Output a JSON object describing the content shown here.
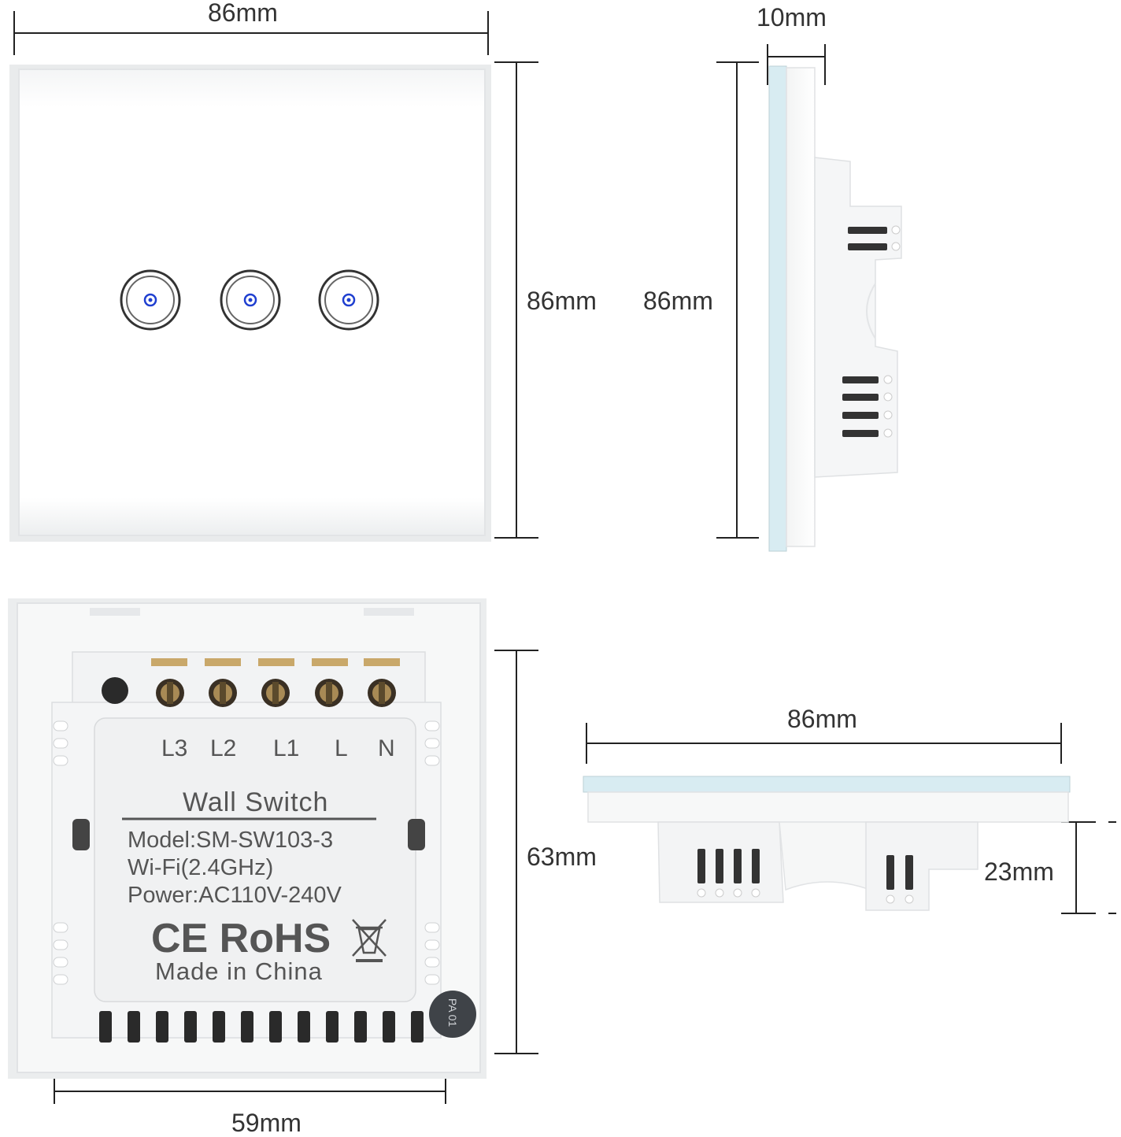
{
  "dimensions": {
    "front_width": "86mm",
    "front_height": "86mm",
    "side_thickness": "10mm",
    "side_height": "86mm",
    "back_height": "63mm",
    "back_width": "59mm",
    "bottom_width": "86mm",
    "bottom_depth": "23mm"
  },
  "back_label": {
    "terminals": [
      "L3",
      "L2",
      "L1",
      "L",
      "N"
    ],
    "title": "Wall Switch",
    "model": "Model:SM-SW103-3",
    "wifi": "Wi-Fi(2.4GHz)",
    "power": "Power:AC110V-240V",
    "cert": "CE RoHS",
    "origin": "Made in China",
    "sticker": "PA 01"
  },
  "colors": {
    "panel": "#ffffff",
    "glass_edge": "#d8ecf2",
    "indicator": "#1f3fd0",
    "line": "#222222"
  }
}
